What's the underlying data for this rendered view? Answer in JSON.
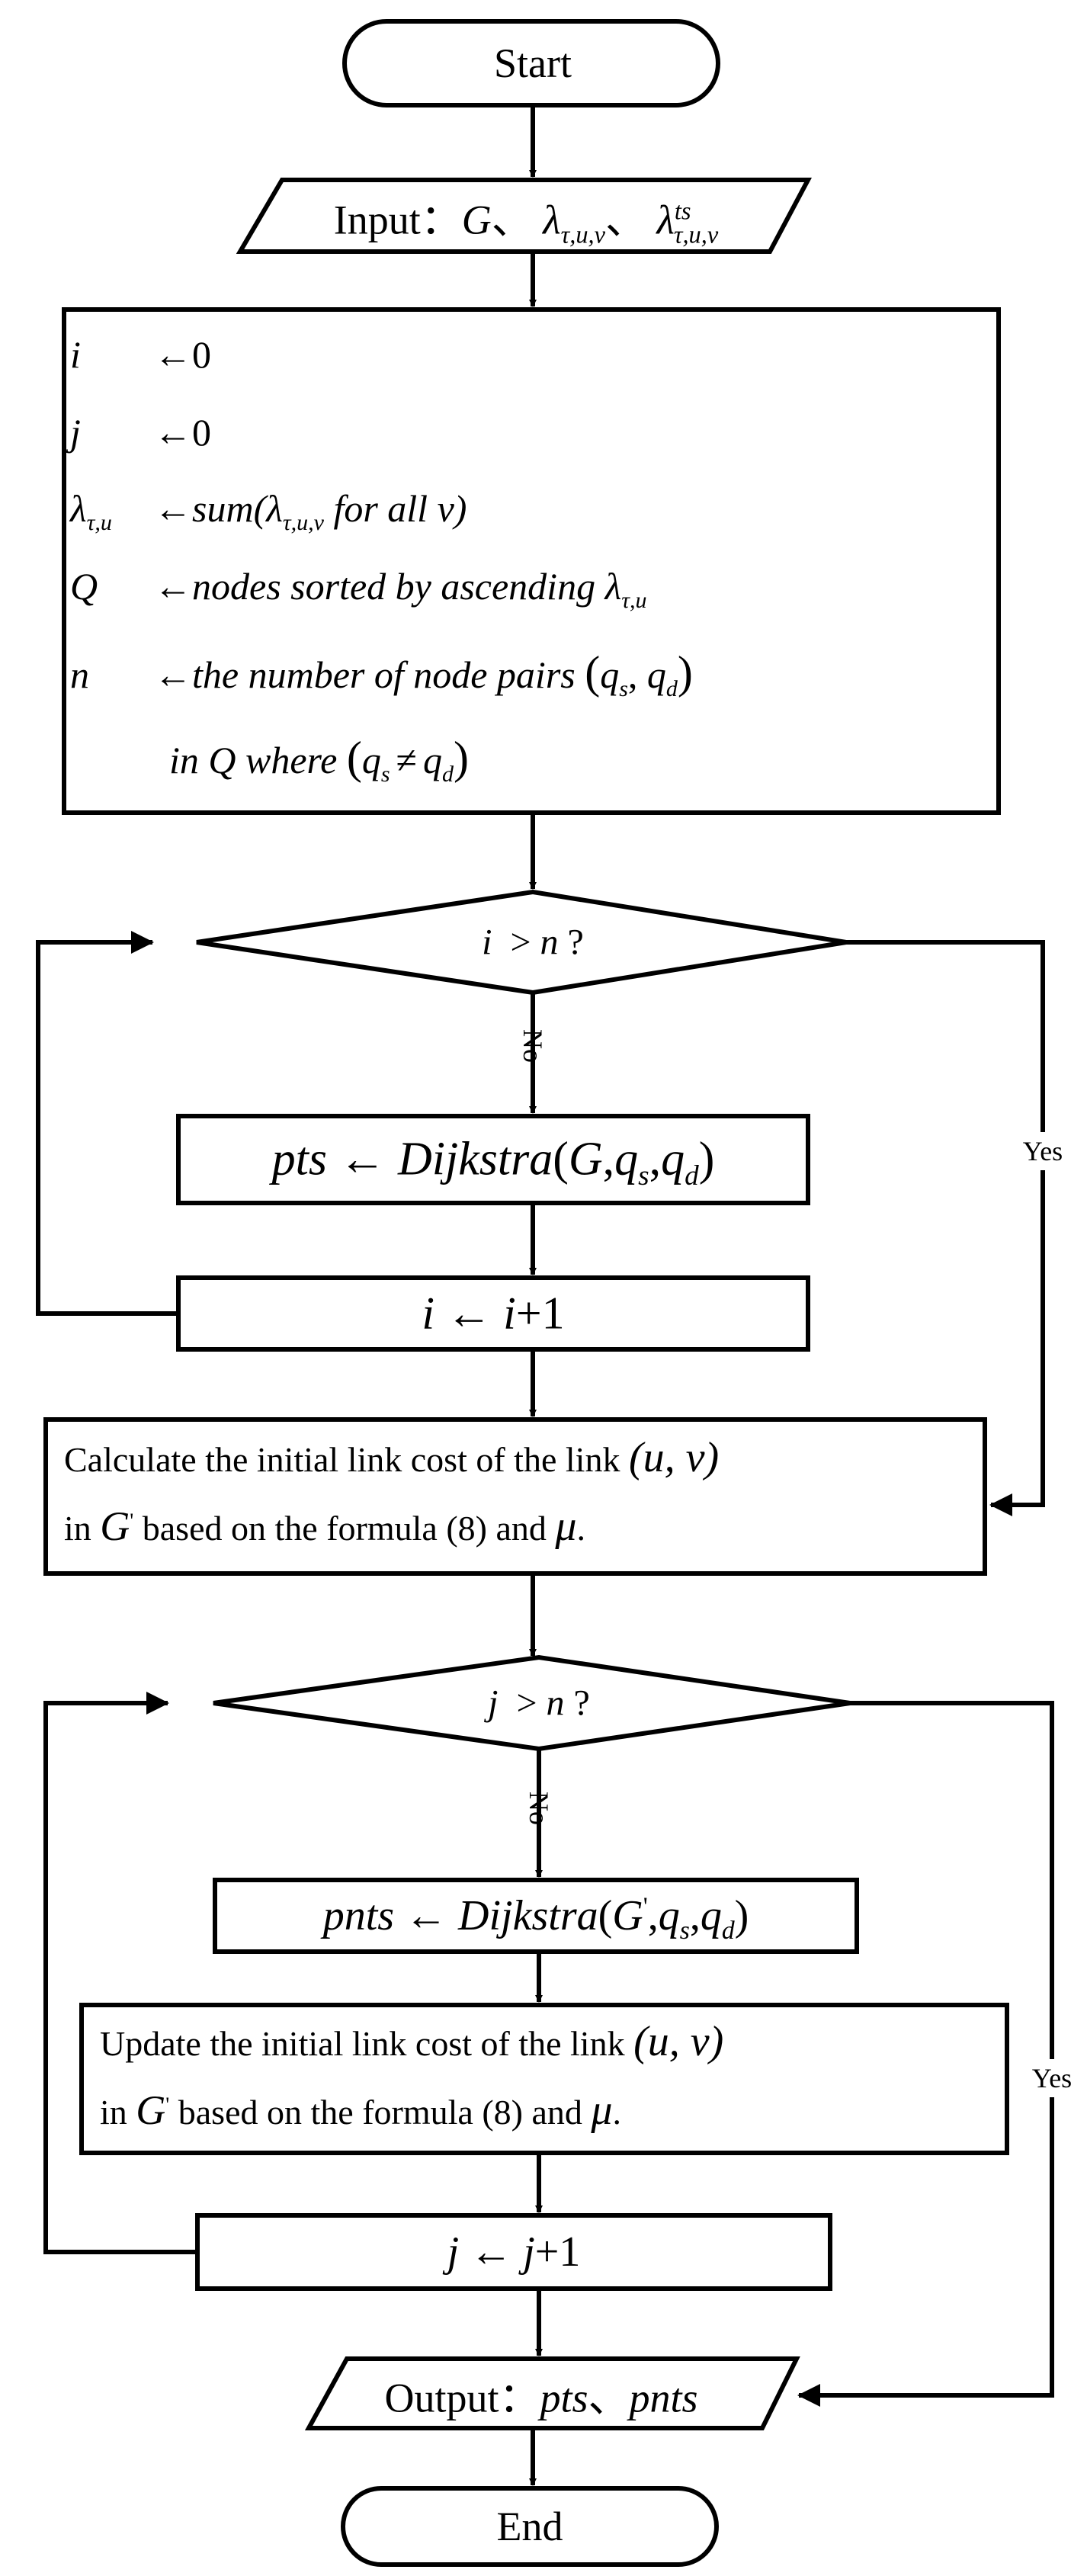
{
  "start": {
    "label": "Start"
  },
  "input": {
    "prefix": "Input：",
    "g": "G",
    "sep1": "、",
    "lam": "λ",
    "lam_sub": "τ,u,v",
    "sep2": "、",
    "lam_ts_sup": "ts",
    "lam_ts_sub": "τ,u,v"
  },
  "init": {
    "arrow": "←",
    "l1_var": "i",
    "l1_val": "0",
    "l2_var": "j",
    "l2_val": "0",
    "l3_var": "λ",
    "l3_var_sub": "τ,u",
    "l3_rhs_a": "sum(",
    "l3_rhs_lam": "λ",
    "l3_rhs_sub": "τ,u,v",
    "l3_rhs_b": " for all v)",
    "l4_var": "Q",
    "l4_rhs": "nodes sorted by ascending ",
    "l4_lam": "λ",
    "l4_lam_sub": "τ,u",
    "l5_var": "n",
    "l5_rhs": "the number of node pairs ",
    "q": "q",
    "qs_sub": "s",
    "qd_sub": "d",
    "l6_a": "in Q where ",
    "neq": "≠"
  },
  "cond1": {
    "var": "i",
    "op": ">",
    "rhs": "n",
    "q": "?"
  },
  "no1": "No",
  "yes1": "Yes",
  "dijk1": {
    "lhs": "pts",
    "arrow": "←",
    "fn": "Dijkstra",
    "g": "G",
    "q": "q",
    "s": "s",
    "d": "d"
  },
  "inc1": {
    "lhs": "i",
    "arrow": "←",
    "var": "i",
    "plus": "+1"
  },
  "calc": {
    "line1": "Calculate the initial link cost of the link ",
    "uv": "(u, v)",
    "line2a": "in ",
    "g": "G",
    "gsup": "'",
    "line2b": " based on the formula (8) and ",
    "mu": "μ",
    "dot": "."
  },
  "cond2": {
    "var": "j",
    "op": ">",
    "rhs": "n",
    "q": "?"
  },
  "no2": "No",
  "yes2": "Yes",
  "dijk2": {
    "lhs": "pnts",
    "arrow": "←",
    "fn": "Dijkstra",
    "g": "G",
    "gsup": "'",
    "q": "q",
    "s": "s",
    "d": "d"
  },
  "update": {
    "line1": "Update the initial link cost of the link ",
    "uv": "(u, v)",
    "line2a": "in ",
    "g": "G",
    "gsup": "'",
    "line2b": " based on the formula (8) and ",
    "mu": "μ",
    "dot": "."
  },
  "inc2": {
    "lhs": "j",
    "arrow": "←",
    "var": "j",
    "plus": "+1"
  },
  "output": {
    "prefix": "Output：",
    "pts": "pts",
    "sep": "、",
    "pnts": "pnts"
  },
  "end": {
    "label": "End"
  }
}
